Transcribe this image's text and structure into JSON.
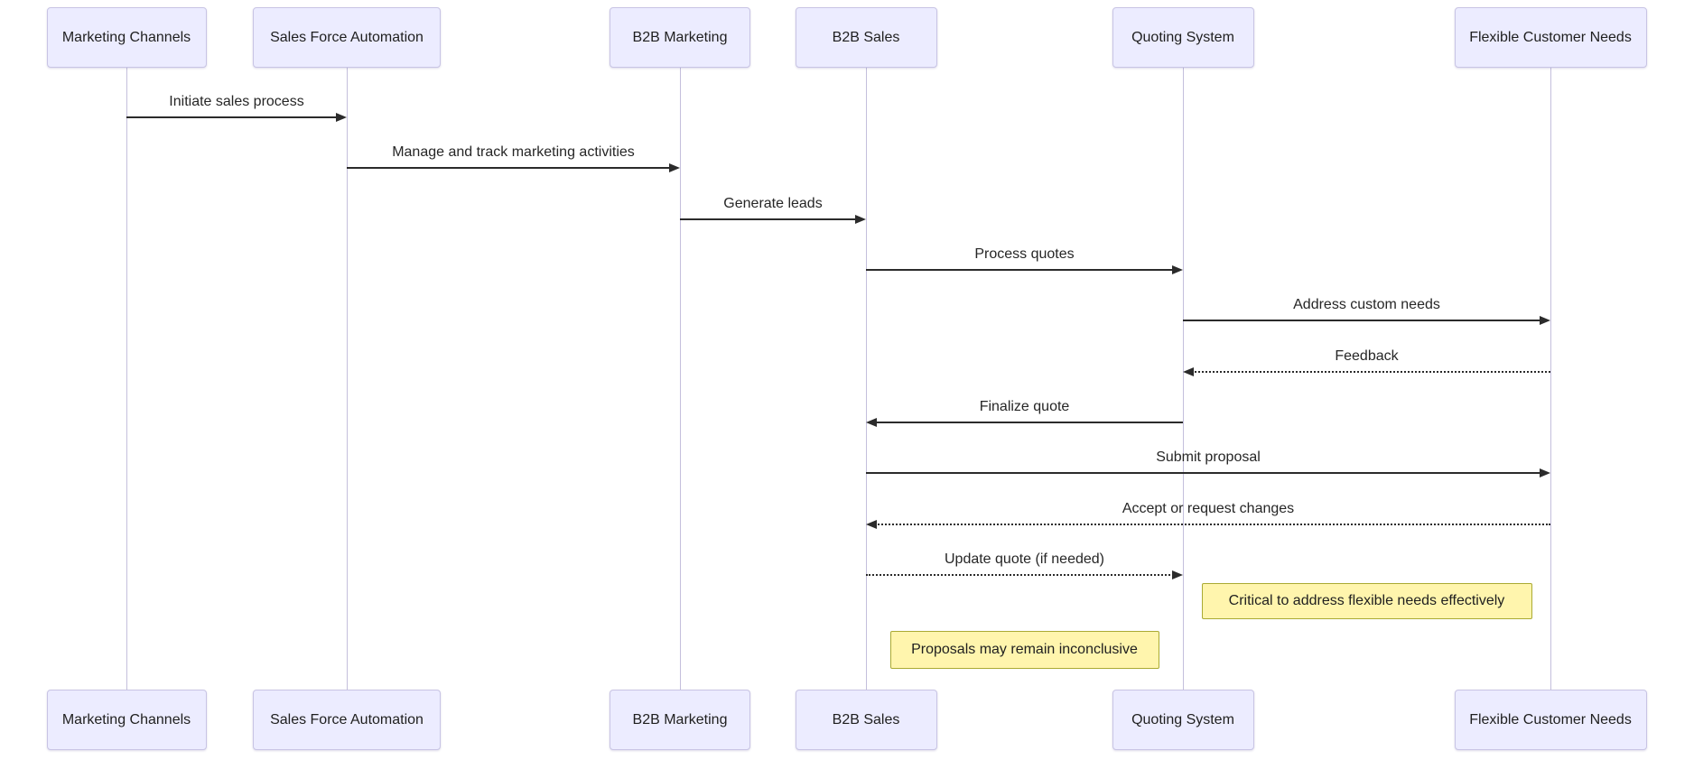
{
  "diagram": {
    "type": "sequence-diagram",
    "actors": [
      {
        "id": "marketing_channels",
        "label": "Marketing Channels"
      },
      {
        "id": "sales_force_automation",
        "label": "Sales Force Automation"
      },
      {
        "id": "b2b_marketing",
        "label": "B2B Marketing"
      },
      {
        "id": "b2b_sales",
        "label": "B2B Sales"
      },
      {
        "id": "quoting_system",
        "label": "Quoting System"
      },
      {
        "id": "flexible_customer_needs",
        "label": "Flexible Customer Needs"
      }
    ],
    "messages": [
      {
        "from": "marketing_channels",
        "to": "sales_force_automation",
        "label": "Initiate sales process",
        "line": "solid"
      },
      {
        "from": "sales_force_automation",
        "to": "b2b_marketing",
        "label": "Manage and track marketing activities",
        "line": "solid"
      },
      {
        "from": "b2b_marketing",
        "to": "b2b_sales",
        "label": "Generate leads",
        "line": "solid"
      },
      {
        "from": "b2b_sales",
        "to": "quoting_system",
        "label": "Process quotes",
        "line": "solid"
      },
      {
        "from": "quoting_system",
        "to": "flexible_customer_needs",
        "label": "Address custom needs",
        "line": "solid"
      },
      {
        "from": "flexible_customer_needs",
        "to": "quoting_system",
        "label": "Feedback",
        "line": "dotted"
      },
      {
        "from": "quoting_system",
        "to": "b2b_sales",
        "label": "Finalize quote",
        "line": "solid"
      },
      {
        "from": "b2b_sales",
        "to": "flexible_customer_needs",
        "label": "Submit proposal",
        "line": "solid"
      },
      {
        "from": "flexible_customer_needs",
        "to": "b2b_sales",
        "label": "Accept or request changes",
        "line": "dotted"
      },
      {
        "from": "b2b_sales",
        "to": "quoting_system",
        "label": "Update quote (if needed)",
        "line": "dotted"
      }
    ],
    "notes": [
      {
        "label": "Critical to address flexible needs effectively",
        "over": [
          "quoting_system",
          "flexible_customer_needs"
        ]
      },
      {
        "label": "Proposals may remain inconclusive",
        "over": [
          "b2b_sales",
          "quoting_system"
        ]
      }
    ],
    "colors": {
      "background": "#FFFFFF",
      "actor_fill": "#ECECFF",
      "actor_border": "#C8C4E4",
      "lifeline": "#C4BFDC",
      "message": "#2B2B2B",
      "text": "#262626",
      "note_fill": "#FFF5AD",
      "note_border": "#AAAA33"
    }
  }
}
